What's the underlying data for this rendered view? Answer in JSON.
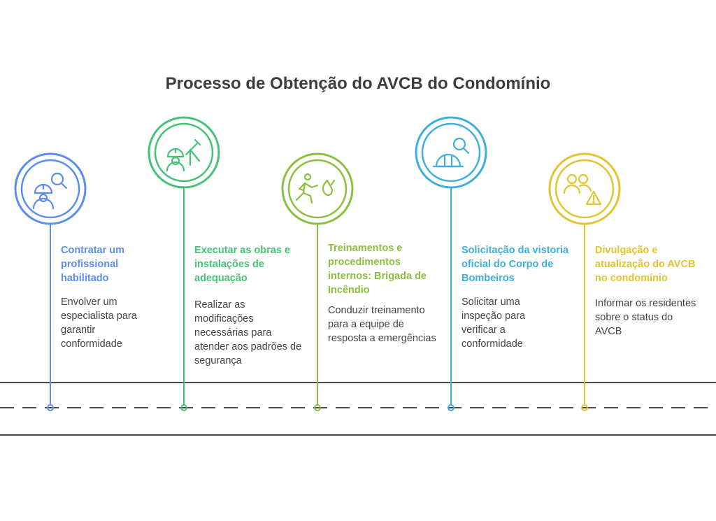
{
  "title": "Processo de Obtenção do AVCB do Condomínio",
  "steps": [
    {
      "title": "Contratar um profissional habilitado",
      "description": "Envolver um especialista para garantir conformidade",
      "color": "#5b8def",
      "icon": "engineer-search-icon"
    },
    {
      "title": "Executar as obras e instalações de adequação",
      "description": "Realizar as modificações necessárias para atender aos padrões de segurança",
      "color": "#46c277",
      "icon": "worker-tools-icon"
    },
    {
      "title": "Treinamentos e procedimentos internos: Brigada de Incêndio",
      "description": "Conduzir treinamento para a equipe de resposta a emergências",
      "color": "#8cbf3f",
      "icon": "fire-escape-icon"
    },
    {
      "title": "Solicitação da vistoria oficial do Corpo de Bombeiros",
      "description": "Solicitar uma inspeção para verificar a conformidade",
      "color": "#3eaedc",
      "icon": "helmet-inspection-icon"
    },
    {
      "title": "Divulgação e atualização do AVCB no condomínio",
      "description": "Informar os residentes sobre o status do AVCB",
      "color": "#e0c52e",
      "icon": "residents-warning-icon"
    }
  ]
}
